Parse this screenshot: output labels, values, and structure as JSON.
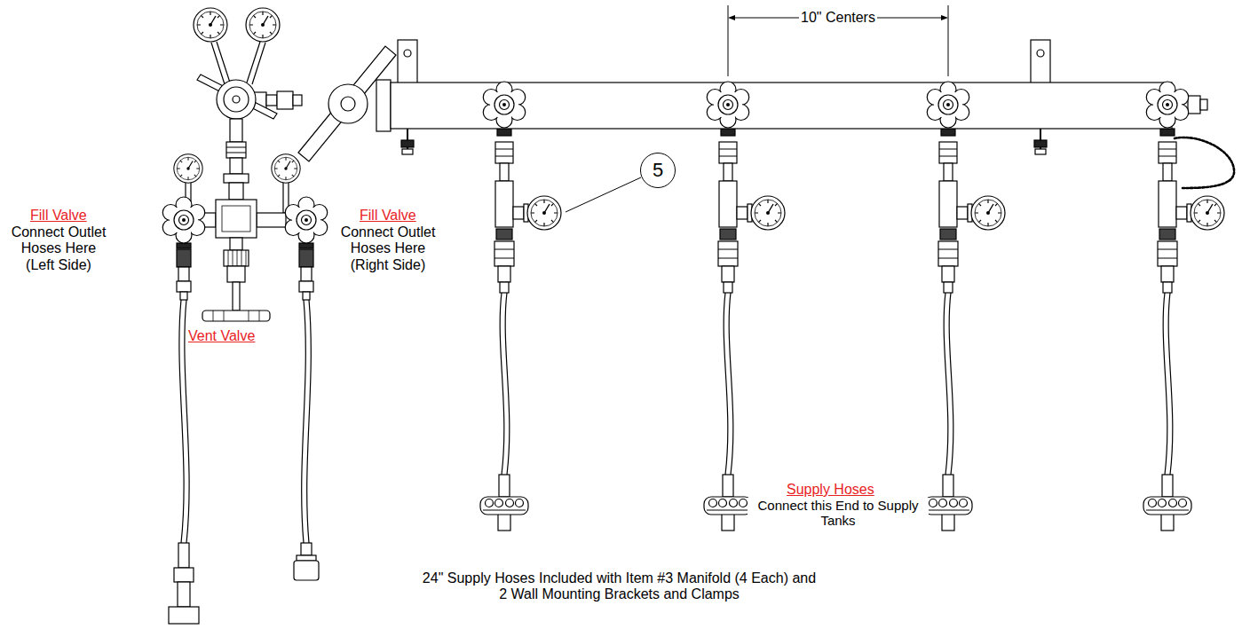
{
  "diagram": {
    "nodes": [
      {
        "text": [
          "5"
        ]
      }
    ],
    "labels": [
      "10\" Centers",
      "Fill Valve",
      "Connect Outlet Hoses Here (Left Side)",
      "Fill Valve",
      "Connect Outlet Hoses Here (Right Side)",
      "Vent Valve",
      "Supply Hoses",
      "Connect this End to Supply Tanks",
      "24\" Supply Hoses Included with Item #3 Manifold (4 Each) and 2 Wall Mounting Brackets and Clamps"
    ]
  }
}
